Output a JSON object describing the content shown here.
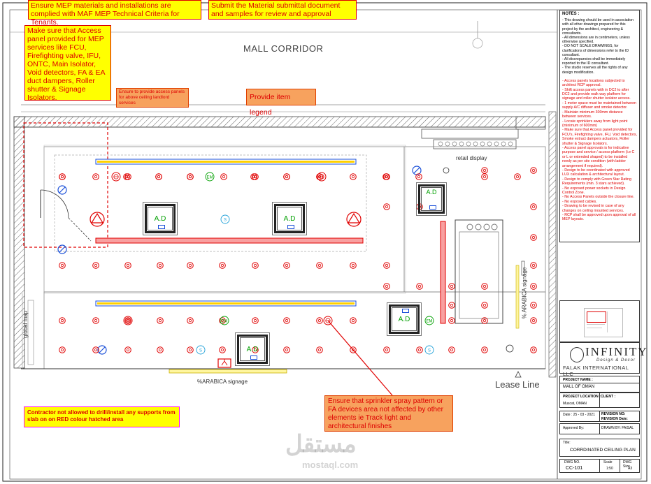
{
  "notes": {
    "note1": "Ensure MEP materials and installations are complied with MAF MEP Technical Criteria for Tenants.",
    "note2": "Submit the Material submittal document and samples for review and approval",
    "note3": "Make sure that Access panel provided for MEP services like FCU, Firefighting valve, IFU, ONTC, Main Isolator, Void detectors, FA & EA duct dampers, Roller shutter & Signage Isolators.",
    "note4": "Ensure to provide access panels for above ceiling landlord services",
    "note5": "Provide item legend",
    "note6": "Ensure that sprinkler spray pattern or FA devices area not affected by other elements ie Track light and architectural finishes",
    "note7": "Contractor not allowed to drill/install any supports from slab on on RED colour hatched area"
  },
  "plan": {
    "mall_corridor": "MALL CORRIDOR",
    "retail_display": "retail display",
    "lease_line": "Lease Line",
    "arabica_signage_bottom": "%ARABICA  signage",
    "arabica_signage_side": "% ARABICA  signage",
    "global_map": "global map",
    "ad_label": "A.D",
    "em_label": "EM",
    "s_label": "S"
  },
  "sidebar": {
    "notes_title": "NOTES :",
    "general_notes": [
      "- This drawing should be used in association with all other drawings prepared for this project by the architect, engineering & consultants.",
      "- All dimensions are in centimeters, unless otherwise specified.",
      "- DO NOT SCALE DRAWINGS, for clarifications of dimensions refer to the ID consultant.",
      "- All discrepancies shall be immediately reported to the ID consultant.",
      "- The studio reserves all the rights of any design modification."
    ],
    "comments": [
      "- Access panels locations subjected to architect RCP approval.",
      "- Shift access panels with in DC2 to after DC2 and provide walk way platform for signage and roller shutter isolator access.",
      "- 1 meter space must be maintained between supply A/C diffuser and smoke detector.",
      "- Maintain minimum 300mm distance between services.",
      "- Locate sprinklers away from light point (minimum of 600mm)",
      "- Make sure that Access panel provided for FCU's, Firefighting valve, IFU, Void detectors, Smoke extract dampers actuators, Roller shutter & Signage Isolators.",
      "- Access panel approvals is for indicative purpose and service / access platform (i.e C or L or extended shaped) to be installed newly as per site condition (with ladder arrangement if required).",
      "- Design to be coordinated with approved LUX calculation & architectural layout.",
      "- Design to comply with Green Star Rating Requirements (min. 3 stars achieved).",
      "- No exposed power sockets in Design Control Zone.",
      "- No Access Panels outside the closure line.",
      "- No exposed cables.",
      "- Drawing to be revised in case of any changes on ceiling mounted services.",
      "- RCP shall be approved upon approval of all MEP layouts."
    ],
    "company_name": "INFINITY",
    "company_tag": "Design & Decor",
    "company_sub": "FALAK INTERNATIONAL LLC",
    "project_name_label": "PROJECT NAME :",
    "project_name": "MALL OF OMAN",
    "project_location_label": "PROJECT LOCATION :",
    "client_label": "CLIENT :",
    "project_location": "Muscat, OMAN",
    "date_label": "Date :",
    "date_value": "25 - 03 - 2021",
    "revision_no_label": "REVISION NO:",
    "revision_date_label": "REVISION Date:",
    "approved_by_label": "Approved By:",
    "drawn_by_label": "DRAWN BY: FAISAL",
    "title_label": "Title:",
    "title_value": "CORRDINATED CEILING PLAN",
    "dwg_no_label": "DWG NO.",
    "scale_label": "Scale",
    "dwg_size_label": "DWG Size",
    "dwg_no": "CC-101",
    "scale": "1:50",
    "dwg_size": "A3"
  },
  "watermark": {
    "arabic": "مستقل",
    "latin": "mostaql.com"
  },
  "colors": {
    "red": "#e00000",
    "note_yellow": "#ffff00",
    "note_orange": "#f7a25e",
    "ad_green": "#00a000",
    "sprinkler_blue": "#1fa0d8",
    "light_blue": "#1a4fd8"
  }
}
